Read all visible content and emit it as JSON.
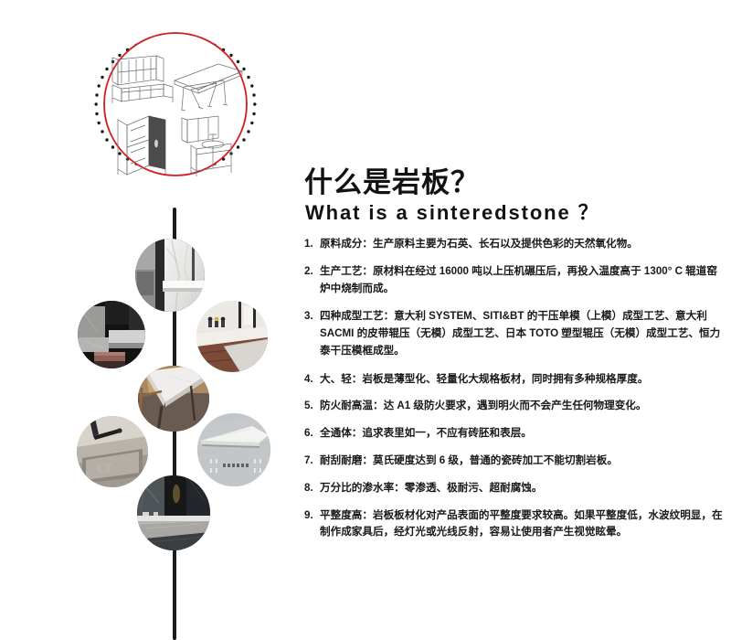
{
  "heading": {
    "title_cn": "什么是岩板？",
    "title_en": "What is a sinteredstone ？"
  },
  "list": [
    {
      "num": "1.",
      "text": "原料成分：生产原料主要为石英、长石以及提供色彩的天然氧化物。"
    },
    {
      "num": "2.",
      "text": "生产工艺：原材料在经过 16000 吨以上压机碾压后，再投入温度高于 1300° C 辊道窑炉中烧制而成。"
    },
    {
      "num": "3.",
      "text": "四种成型工艺：意大利 SYSTEM、SITI&BT 的干压单模（上模）成型工艺、意大利 SACMI 的皮带辊压（无模）成型工艺、日本 TOTO 塑型辊压（无模）成型工艺、恒力泰干压模框成型。"
    },
    {
      "num": "4.",
      "text": "大、轻：岩板是薄型化、轻量化大规格板材，同时拥有多种规格厚度。"
    },
    {
      "num": "5.",
      "text": "防火耐高温：达 A1 级防火要求，遇到明火而不会产生任何物理变化。"
    },
    {
      "num": "6.",
      "text": "全通体：追求表里如一，不应有砖胚和表层。"
    },
    {
      "num": "7.",
      "text": "耐刮耐磨：莫氏硬度达到 6 级，普通的瓷砖加工不能切割岩板。"
    },
    {
      "num": "8.",
      "text": "万分比的渗水率：零渗透、极耐污、超耐腐蚀。"
    },
    {
      "num": "9.",
      "text": "平整度高：岩板板材化对产品表面的平整度要求较高。如果平整度低，水波纹明显，在制作成家具后，经灯光或光线反射，容易让使用者产生视觉眩晕。"
    }
  ],
  "graphic": {
    "ring_color": "#cf1f24",
    "dot_color": "#1b1b1b",
    "spine_color": "#1b1b1b",
    "furniture_icons": [
      "wall-cabinet-illustration",
      "dining-table-illustration",
      "wardrobe-illustration",
      "vanity-illustration"
    ],
    "photo_bubbles": [
      "bathroom-marble-wall-photo",
      "black-marble-slab-stack-photo",
      "wood-sink-counter-photo",
      "dining-table-stone-top-photo",
      "concrete-basin-photo",
      "thin-slab-edge-photo",
      "dark-marble-interior-photo"
    ]
  }
}
